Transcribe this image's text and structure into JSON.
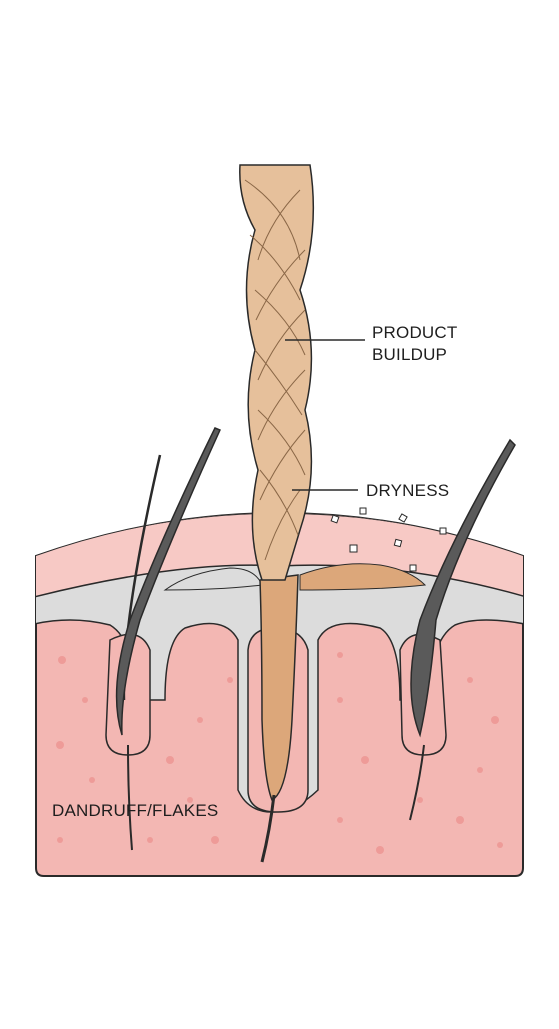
{
  "labels": {
    "product_buildup_line1": "PRODUCT",
    "product_buildup_line2": "BUILDUP",
    "dryness": "DRYNESS",
    "dandruff": "DANDRUFF/FLAKES"
  },
  "colors": {
    "skin": "#f3b7b3",
    "skin_outline": "#2a2a2a",
    "epidermis": "#f7c9c5",
    "flake_layer": "#dcdcdc",
    "dark_hair": "#5a5a5a",
    "braid": "#e6c09b",
    "braid_shadow": "#c99a70",
    "buildup": "#dca77a",
    "dots": "#ee9b98"
  }
}
